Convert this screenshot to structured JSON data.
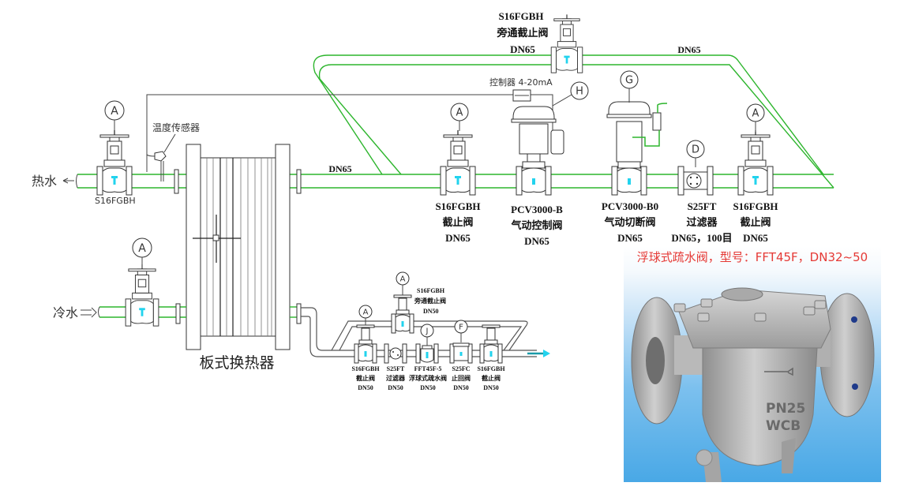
{
  "diagram": {
    "title": "板式换热器",
    "hot_water_label": "热水",
    "cold_water_label": "冷水",
    "temp_sensor_label": "温度传感器",
    "controller_label": "控制器 4-20mA",
    "main_pipe_size": "DN65",
    "bypass_pipe_size": "DN65",
    "bypass_valve": {
      "model": "S16FGBH",
      "name": "旁通截止阀",
      "size": "DN65"
    },
    "hot_outlet_valve": {
      "tag": "A",
      "model": "S16FGBH"
    },
    "cold_inlet_valve": {
      "tag": "A"
    },
    "main_line_components": [
      {
        "tag": "A",
        "model": "S16FGBH",
        "name": "截止阀",
        "size": "DN65"
      },
      {
        "tag": "H",
        "model": "PCV3000-B",
        "name": "气动控制阀",
        "size": "DN65"
      },
      {
        "tag": "G",
        "model": "PCV3000-B0",
        "name": "气动切断阀",
        "size": "DN65"
      },
      {
        "tag": "D",
        "model": "S25FT",
        "name": "过滤器",
        "size": "DN65，100目"
      },
      {
        "tag": "A",
        "model": "S16FGBH",
        "name": "截止阀",
        "size": "DN65"
      }
    ],
    "drain_bypass_valve": {
      "tag": "A",
      "model": "S16FGBH",
      "name": "旁通截止阀",
      "size": "DN50"
    },
    "drain_line_components": [
      {
        "tag": "A",
        "model": "S16FGBH",
        "name": "截止阀",
        "size": "DN50"
      },
      {
        "tag": "",
        "model": "S25FT",
        "name": "过滤器",
        "size": "DN50"
      },
      {
        "tag": "J",
        "model": "FFT45F-5",
        "name": "浮球式疏水阀",
        "size": "DN50"
      },
      {
        "tag": "F",
        "model": "S25FC",
        "name": "止回阀",
        "size": "DN50"
      },
      {
        "tag": "",
        "model": "S16FGBH",
        "name": "截止阀",
        "size": "DN50"
      }
    ]
  },
  "product_photo": {
    "caption": "浮球式疏水阀，型号：FFT45F，DN32~50",
    "cast_marking_line1": "PN25",
    "cast_marking_line2": "WCB",
    "caption_color": "#e53935"
  },
  "colors": {
    "pipe_green": "#2db52d",
    "valve_seat_cyan": "#22d3ee",
    "flow_arrow_teal": "#1a9aa8"
  }
}
